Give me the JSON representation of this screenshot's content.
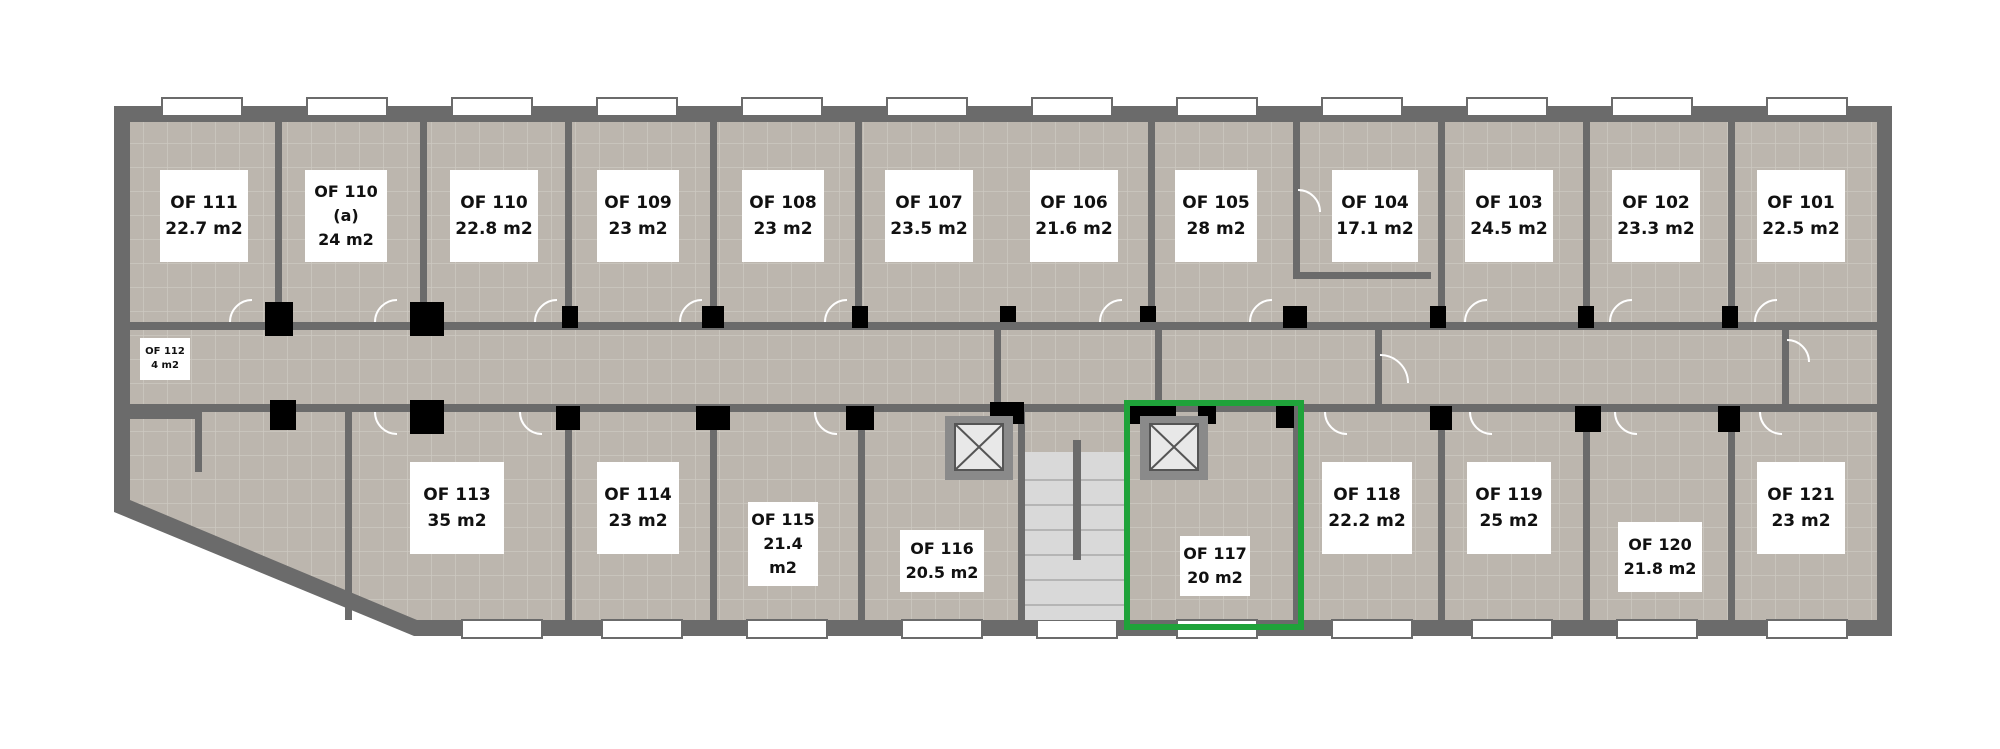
{
  "plan": {
    "title": "Office floor plan"
  },
  "colors": {
    "wall": "#6b6b6b",
    "floor": "#bcb6ae",
    "highlight": "#1fa33a",
    "window": "#ffffff"
  },
  "rooms": [
    {
      "id": "OF 111",
      "area": "22.7 m2"
    },
    {
      "id": "OF 110",
      "sub": "(a)",
      "area": "24 m2"
    },
    {
      "id": "OF 110",
      "area": "22.8 m2"
    },
    {
      "id": "OF 109",
      "area": "23 m2"
    },
    {
      "id": "OF 108",
      "area": "23 m2"
    },
    {
      "id": "OF 107",
      "area": "23.5 m2"
    },
    {
      "id": "OF 106",
      "area": "21.6 m2"
    },
    {
      "id": "OF 105",
      "area": "28 m2"
    },
    {
      "id": "OF 104",
      "area": "17.1 m2"
    },
    {
      "id": "OF 103",
      "area": "24.5 m2"
    },
    {
      "id": "OF 102",
      "area": "23.3 m2"
    },
    {
      "id": "OF 101",
      "area": "22.5 m2"
    },
    {
      "id": "OF 112",
      "area": "4 m2"
    },
    {
      "id": "OF 113",
      "area": "35 m2"
    },
    {
      "id": "OF 114",
      "area": "23 m2"
    },
    {
      "id": "OF 115",
      "area": "21.4",
      "area2": "m2"
    },
    {
      "id": "OF 116",
      "area": "20.5 m2"
    },
    {
      "id": "OF 117",
      "area": "20 m2"
    },
    {
      "id": "OF 118",
      "area": "22.2 m2"
    },
    {
      "id": "OF 119",
      "area": "25 m2"
    },
    {
      "id": "OF 120",
      "area": "21.8 m2"
    },
    {
      "id": "OF 121",
      "area": "23 m2"
    }
  ],
  "highlighted_room": "OF 117"
}
